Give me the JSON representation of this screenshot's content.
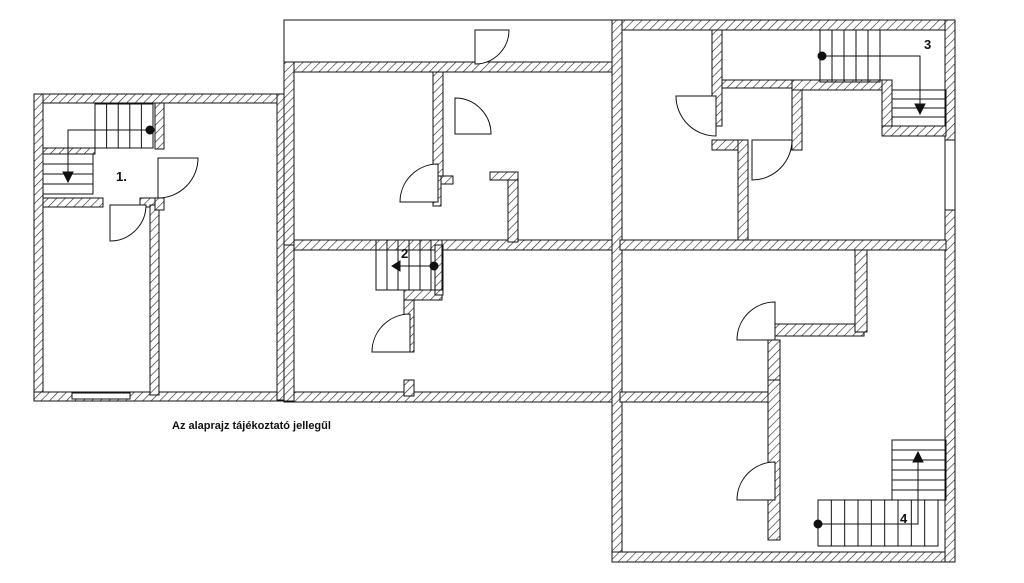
{
  "caption": "Az alaprajz tájékoztató jellegűl",
  "units": [
    {
      "id": "unit-1",
      "label": "1."
    },
    {
      "id": "unit-2",
      "label": "2"
    },
    {
      "id": "unit-3",
      "label": "3"
    },
    {
      "id": "unit-4",
      "label": "4"
    }
  ],
  "colors": {
    "wall_fill": "#ffffff",
    "wall_stroke": "#111111",
    "hatch": "#222222",
    "line": "#111111"
  }
}
